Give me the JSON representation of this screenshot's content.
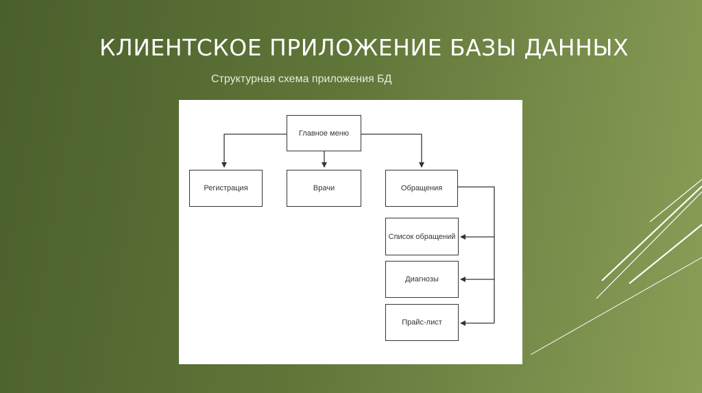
{
  "slide": {
    "title": "КЛИЕНТСКОЕ ПРИЛОЖЕНИЕ БАЗЫ ДАННЫХ",
    "subtitle": "Структурная схема приложения БД"
  },
  "diagram": {
    "nodes": {
      "main_menu": "Главное меню",
      "registration": "Регистрация",
      "doctors": "Врачи",
      "appeals": "Обращения",
      "appeals_list": "Список обращений",
      "diagnoses": "Диагнозы",
      "price_list": "Прайс-лист"
    },
    "edges": [
      [
        "main_menu",
        "registration"
      ],
      [
        "main_menu",
        "doctors"
      ],
      [
        "main_menu",
        "appeals"
      ],
      [
        "appeals",
        "appeals_list"
      ],
      [
        "appeals",
        "diagnoses"
      ],
      [
        "appeals",
        "price_list"
      ]
    ]
  },
  "colors": {
    "background_dark": "#4a5f2c",
    "background_light": "#8a9e58",
    "panel": "#ffffff",
    "line": "#333333"
  }
}
